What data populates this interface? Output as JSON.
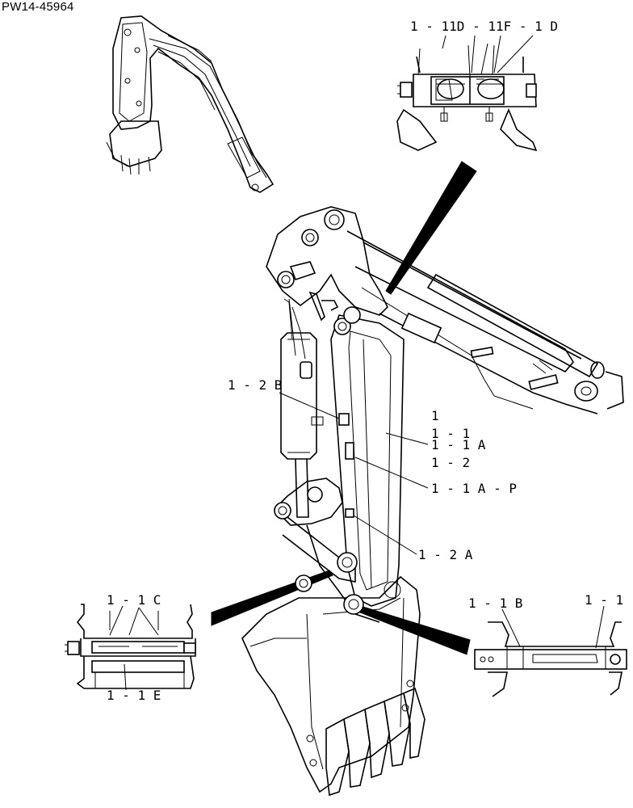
{
  "drawing_id": "PW14-45964",
  "callouts": {
    "top_detail": "1 - 11D - 11F - 1 D",
    "item_1_2B": "1 - 2 B",
    "item_1": "1",
    "item_1_1": "1 - 1",
    "item_1_1A": "1 - 1 A",
    "item_1_2": "1 - 2",
    "item_1_1AP": "1 - 1 A - P",
    "item_1_2A": "1 - 2 A",
    "left_detail_top": "1 - 1 C",
    "left_detail_bottom": "1 - 1 E",
    "right_detail_left": "1 - 1 B",
    "right_detail_right": "1 - 1"
  }
}
